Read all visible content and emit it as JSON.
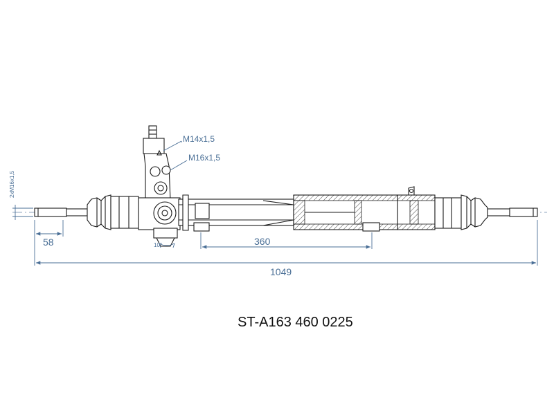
{
  "drawing": {
    "part_number": "ST-A163 460 0225",
    "colors": {
      "line": "#1a1a1a",
      "dimension": "#4a6f96",
      "background": "#ffffff"
    },
    "dimensions": {
      "thread_upper": "M14x1,5",
      "thread_lower": "M16x1,5",
      "tie_rod_thread": "2xM16x1,5",
      "tie_rod_end": "58",
      "center_span": "360",
      "overall_length": "1049",
      "angle": "10°"
    }
  }
}
